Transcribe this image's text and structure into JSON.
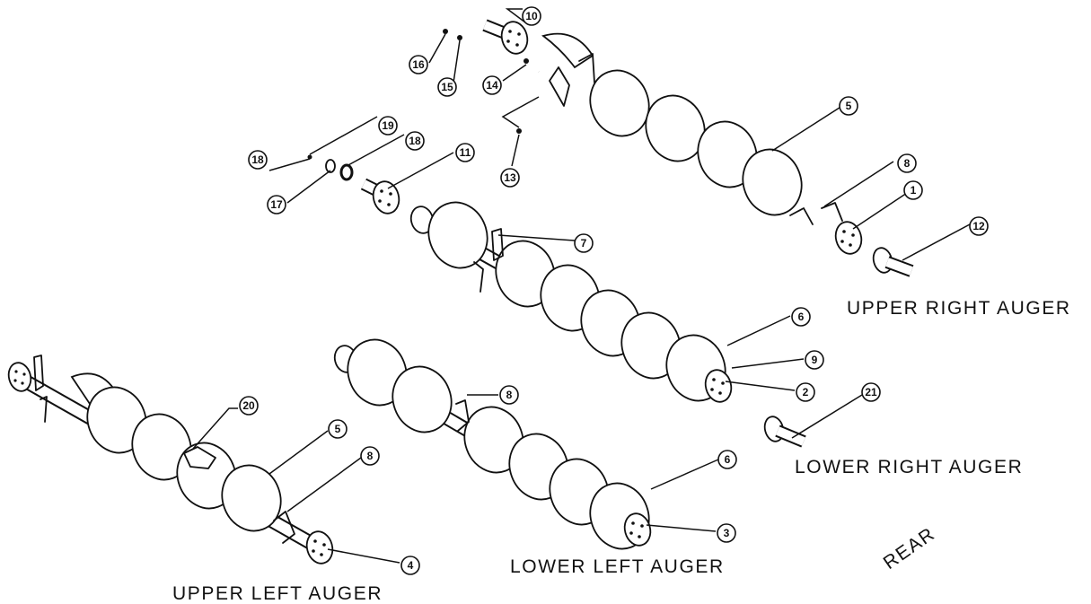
{
  "labels": {
    "upper_right": "UPPER RIGHT AUGER",
    "lower_right": "LOWER RIGHT AUGER",
    "upper_left": "UPPER LEFT AUGER",
    "lower_left": "LOWER LEFT AUGER",
    "rear": "REAR"
  },
  "callouts": {
    "c1": "1",
    "c2": "2",
    "c3": "3",
    "c4": "4",
    "c5a": "5",
    "c5b": "5",
    "c6a": "6",
    "c6b": "6",
    "c7": "7",
    "c8a": "8",
    "c8b": "8",
    "c8c": "8",
    "c9": "9",
    "c10": "10",
    "c11": "11",
    "c12": "12",
    "c13": "13",
    "c14": "14",
    "c15": "15",
    "c16": "16",
    "c17": "17",
    "c18": "18",
    "c18b": "18",
    "c19": "19",
    "c20": "20",
    "c21": "21"
  },
  "colors": {
    "ink": "#111111",
    "paper": "#ffffff"
  }
}
